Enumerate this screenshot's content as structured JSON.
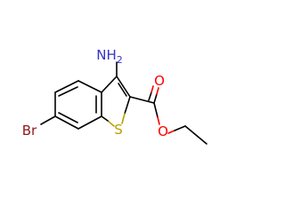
{
  "molecule": {
    "atoms": {
      "amine": {
        "symbol": "N",
        "hydrogens": "H",
        "hydrogen_count": "2",
        "color": "#3333cc"
      },
      "bromine": {
        "symbol": "Br",
        "color": "#8b1a1a"
      },
      "sulfur": {
        "symbol": "S",
        "color": "#b8a000"
      },
      "carbonyl_oxygen": {
        "symbol": "O",
        "color": "#ff0000"
      },
      "ester_oxygen": {
        "symbol": "O",
        "color": "#ff0000"
      }
    },
    "bond_color": "#000000"
  }
}
